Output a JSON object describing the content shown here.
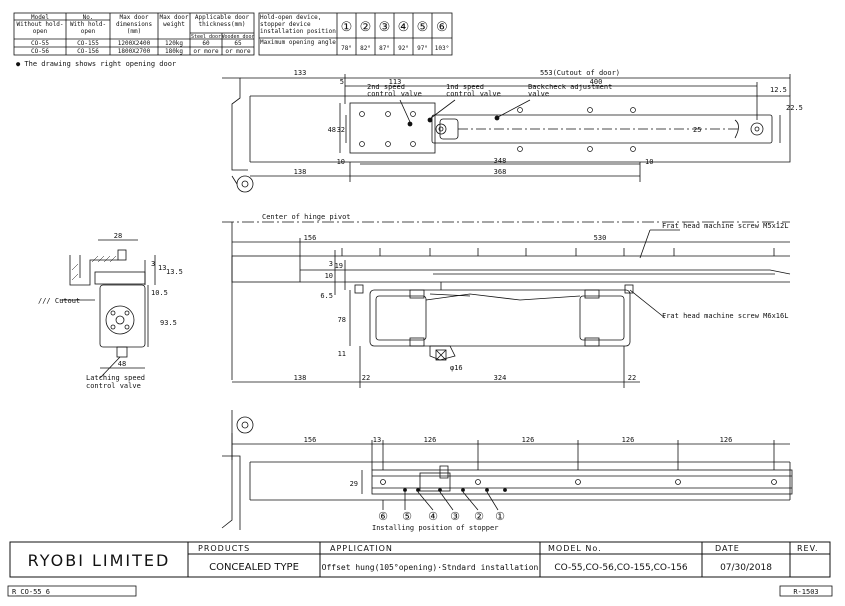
{
  "spec_table": {
    "h_model": "Model",
    "h_no": "No.",
    "h_without": "Without hold-open",
    "h_with": "With hold-open",
    "h_dim": "Max door dimensions (mm)",
    "h_weight": "Max door weight",
    "h_thick": "Applicable door thickness(mm)",
    "h_steel": "Steel door",
    "h_wood": "Wooden door",
    "rows": [
      {
        "without": "CO-55",
        "with": "CO-155",
        "dim": "1200X2400",
        "weight": "120kg",
        "steel": "60",
        "wood": "65"
      },
      {
        "without": "CO-56",
        "with": "CO-156",
        "dim": "1800X2700",
        "weight": "180kg",
        "steel": "or more",
        "wood": "or more"
      }
    ]
  },
  "angle_table": {
    "h_position": "Hold-open device, stopper device installation position",
    "h_angle": "Maximum opening angle",
    "positions": [
      "①",
      "②",
      "③",
      "④",
      "⑤",
      "⑥"
    ],
    "angles": [
      "78°",
      "82°",
      "87°",
      "92°",
      "97°",
      "103°"
    ]
  },
  "note": "● The drawing shows right opening door",
  "top_view": {
    "d133": "133",
    "d553": "553(Cutout of door)",
    "d5": "5",
    "d113": "113",
    "d400": "400",
    "d12_5": "12.5",
    "d22_5": "22.5",
    "d48": "48",
    "d32": "32",
    "d25": "25",
    "d10a": "10",
    "d348": "348",
    "d10b": "10",
    "d138": "138",
    "d368": "368",
    "lbl_2nd": "2nd speed control valve",
    "lbl_1st": "1nd speed control valve",
    "lbl_back": "Backcheck adjustment valve"
  },
  "front_view": {
    "hinge": "Center of hinge pivot",
    "d156": "156",
    "d530": "530",
    "screw1": "Frat head machine screw M5x12L",
    "screw2": "Frat head machine screw M6x16L",
    "d3": "3",
    "d10": "10",
    "d19": "19",
    "d6_5": "6.5",
    "d78": "78",
    "d11": "11",
    "phi16": "φ16",
    "d138": "138",
    "d22a": "22",
    "d324": "324",
    "d22b": "22"
  },
  "section_view": {
    "d28": "28",
    "d3": "3",
    "d13": "13",
    "d13_5": "13.5",
    "d10_5": "10.5",
    "d93_5": "93.5",
    "d48": "48",
    "cutout": "/// Cutout",
    "latch": "Latching speed control valve"
  },
  "bottom_view": {
    "d156": "156",
    "d13": "13",
    "d126a": "126",
    "d126b": "126",
    "d126c": "126",
    "d126d": "126",
    "d29": "29",
    "markers": [
      "⑥",
      "⑤",
      "④",
      "③",
      "②",
      "①"
    ],
    "stopper": "Installing position of stopper"
  },
  "title_block": {
    "company": "RYOBI LIMITED",
    "h_products": "PRODUCTS",
    "products": "CONCEALED TYPE",
    "h_application": "APPLICATION",
    "application": "Offset hung(105°opening)·Stndard installation",
    "h_model": "MODEL No.",
    "model": "CO-55,CO-56,CO-155,CO-156",
    "h_date": "DATE",
    "date": "07/30/2018",
    "h_rev": "REV."
  },
  "footer": {
    "left": "R_CO-55_6",
    "right": "R-1503"
  }
}
